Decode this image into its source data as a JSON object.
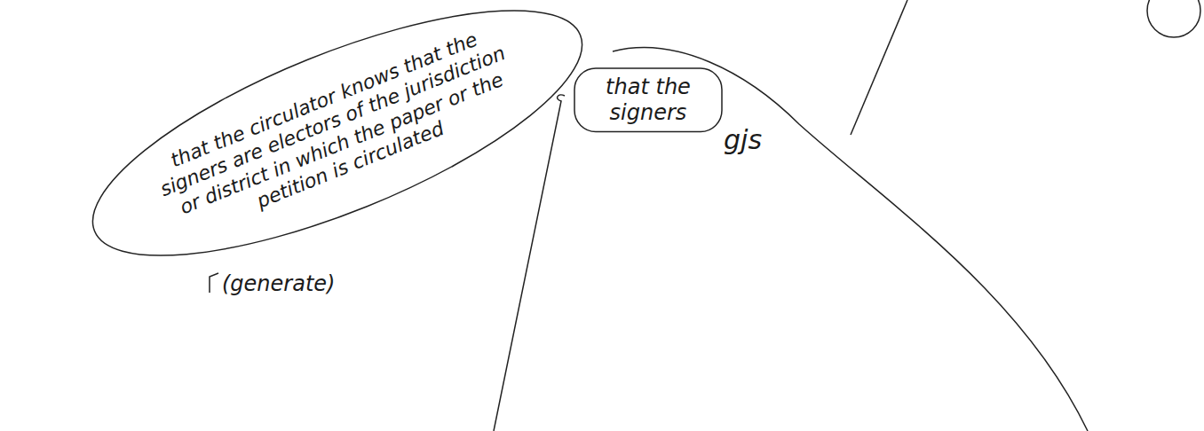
{
  "diagram": {
    "nodes": [
      {
        "text": [
          "that the circulator knows that the signers are electors of the jurisdiction or district in which the paper or the petition is circulated"
        ]
      },
      {
        "text": [
          "that the signers"
        ]
      }
    ],
    "labels": [
      "(generate)",
      "gjs"
    ]
  }
}
